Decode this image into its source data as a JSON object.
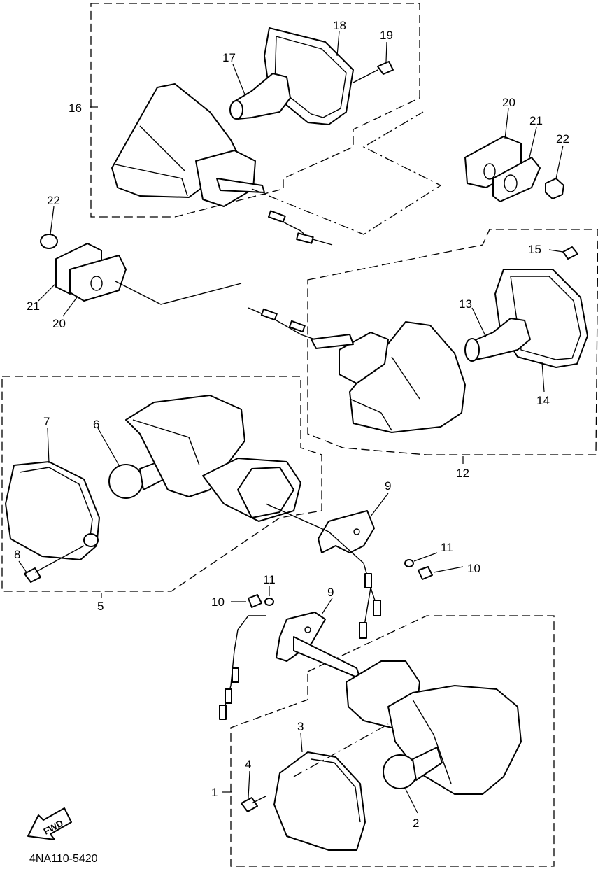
{
  "callouts": {
    "c1": "1",
    "c2": "2",
    "c3": "3",
    "c4": "4",
    "c5": "5",
    "c6": "6",
    "c7": "7",
    "c8": "8",
    "c9a": "9",
    "c9b": "9",
    "c10a": "10",
    "c10b": "10",
    "c11a": "11",
    "c11b": "11",
    "c12": "12",
    "c13": "13",
    "c14": "14",
    "c15": "15",
    "c16": "16",
    "c17": "17",
    "c18": "18",
    "c19": "19",
    "c20a": "20",
    "c20b": "20",
    "c21a": "21",
    "c21b": "21",
    "c22a": "22",
    "c22b": "22"
  },
  "direction_arrow": {
    "label": "FWD"
  },
  "diagram_code": "4NA110-5420"
}
